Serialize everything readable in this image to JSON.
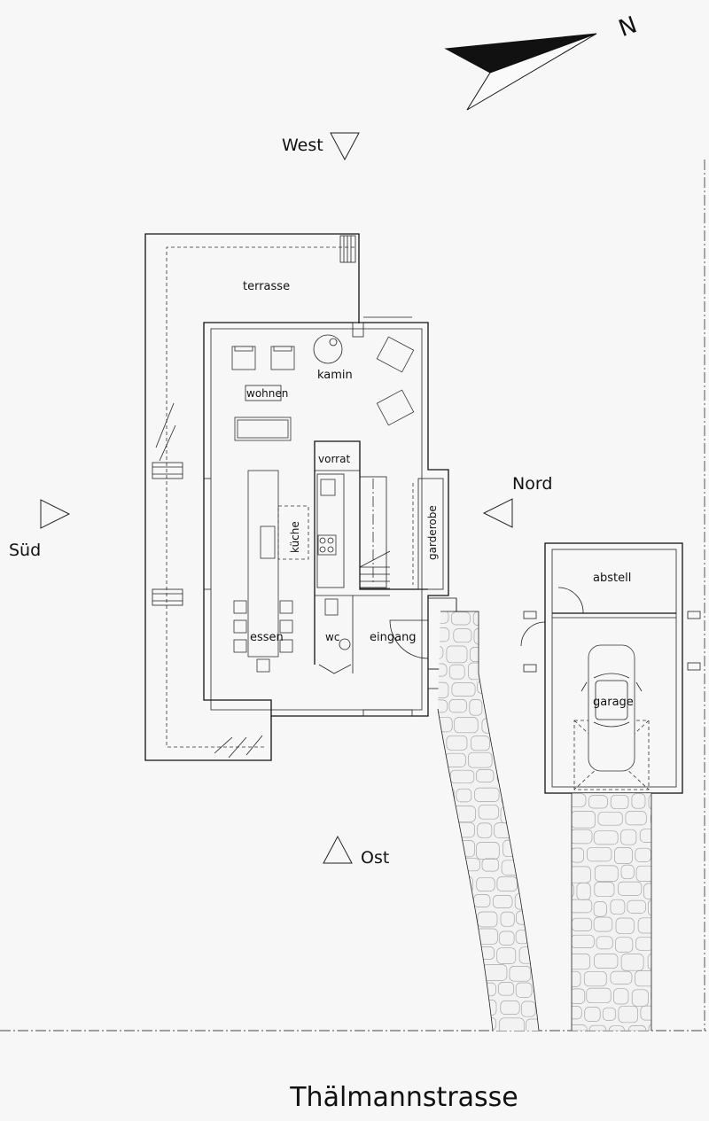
{
  "street": "Thälmannstrasse",
  "compass": {
    "north_letter": "N"
  },
  "orientations": {
    "west": "West",
    "sued": "Süd",
    "nord": "Nord",
    "ost": "Ost"
  },
  "rooms": {
    "terrasse": "terrasse",
    "kamin": "kamin",
    "wohnen": "wohnen",
    "vorrat": "vorrat",
    "kueche": "küche",
    "garderobe": "garderobe",
    "essen": "essen",
    "wc": "wc",
    "eingang": "eingang",
    "abstell": "abstell",
    "garage": "garage"
  }
}
